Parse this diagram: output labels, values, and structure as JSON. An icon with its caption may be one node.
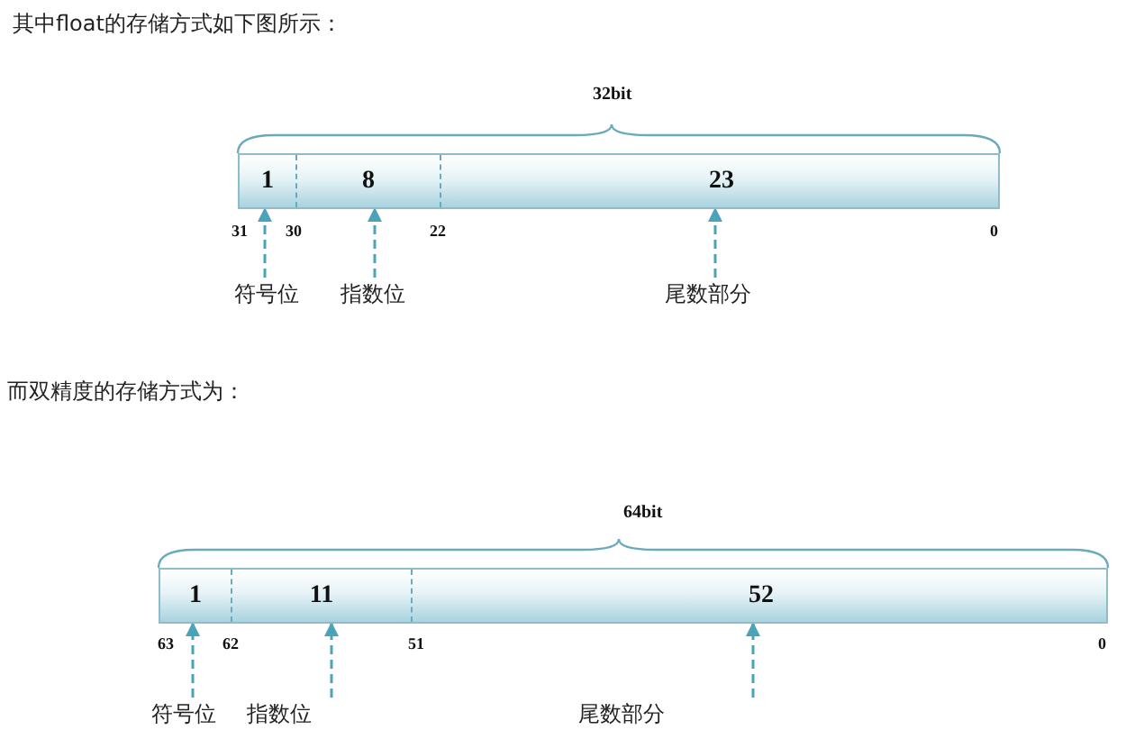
{
  "diagram": {
    "nodes": [
      {
        "text": [],
        "shape": "bar"
      },
      {
        "text": [
          "1"
        ],
        "in": 0
      },
      {
        "text": [
          "8"
        ],
        "in": 0
      },
      {
        "text": [
          "23"
        ],
        "in": 0
      },
      {
        "text": [
          "符号位"
        ]
      },
      {
        "text": [
          "指数位"
        ]
      },
      {
        "text": [
          "尾数部分"
        ]
      },
      {
        "text": [],
        "shape": "bar"
      },
      {
        "text": [
          "1"
        ],
        "in": 7
      },
      {
        "text": [
          "11"
        ],
        "in": 7
      },
      {
        "text": [
          "52"
        ],
        "in": 7
      },
      {
        "text": [
          "符号位"
        ]
      },
      {
        "text": [
          "指数位"
        ]
      },
      {
        "text": [
          "尾数部分"
        ]
      }
    ],
    "edges": [
      {
        "from": 4,
        "to": 1,
        "arrow": "to",
        "style": "dashed"
      },
      {
        "from": 5,
        "to": 2,
        "arrow": "to",
        "style": "dashed"
      },
      {
        "from": 6,
        "to": 3,
        "arrow": "to",
        "style": "dashed"
      },
      {
        "from": 11,
        "to": 8,
        "arrow": "to",
        "style": "dashed"
      },
      {
        "from": 12,
        "to": 9,
        "arrow": "to",
        "style": "dashed"
      },
      {
        "from": 13,
        "to": 10,
        "arrow": "to",
        "style": "dashed"
      }
    ],
    "labels": [
      "其中float的存储方式如下图所示：",
      "32bit",
      "31",
      "30",
      "22",
      "0",
      "而双精度的存储方式为：",
      "64bit",
      "63",
      "62",
      "51",
      "0"
    ]
  }
}
